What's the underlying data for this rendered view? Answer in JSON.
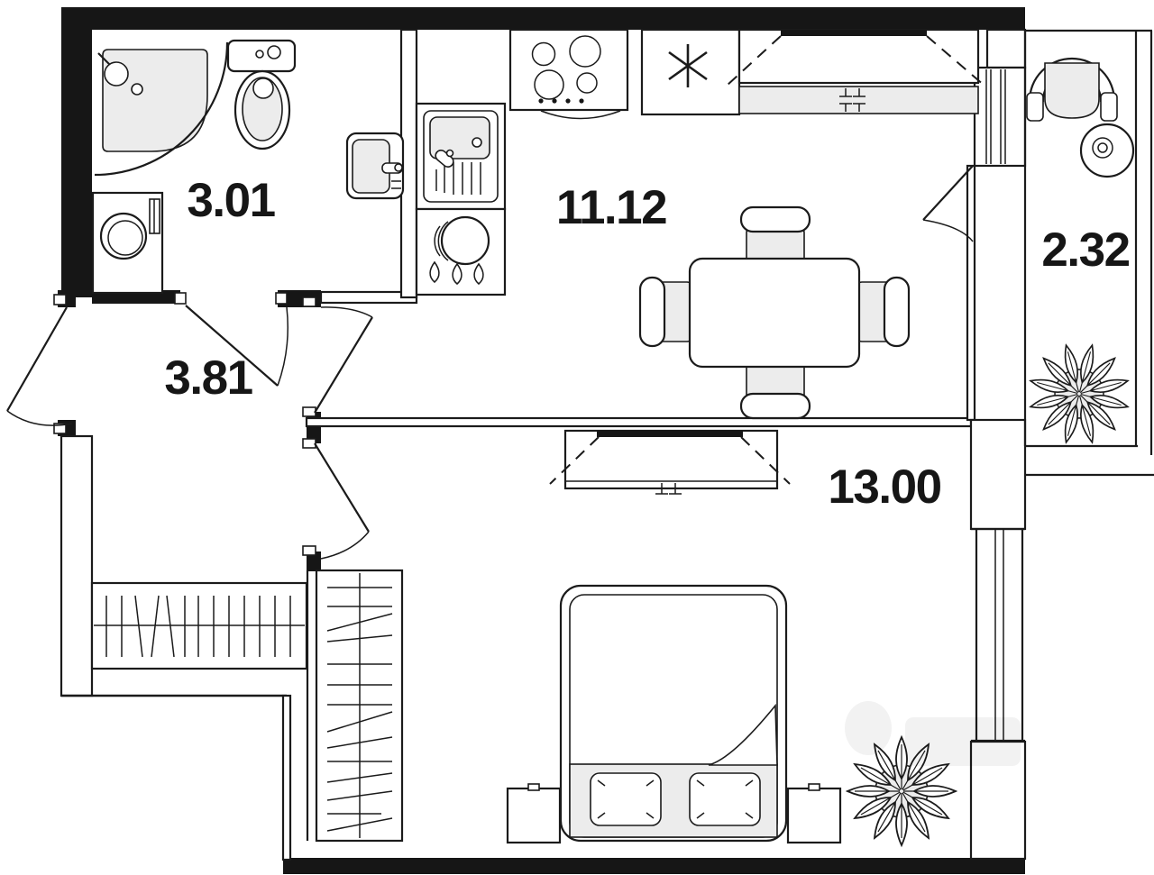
{
  "plan": {
    "title": "one-room apartment floor plan",
    "rooms": [
      {
        "name": "bathroom",
        "area": "3.01"
      },
      {
        "name": "hallway",
        "area": "3.81"
      },
      {
        "name": "kitchen-living",
        "area": "11.12"
      },
      {
        "name": "bedroom",
        "area": "13.00"
      },
      {
        "name": "balcony",
        "area": "2.32"
      }
    ],
    "colors": {
      "background": "#ffffff",
      "wall_line": "#1b1b1b",
      "furniture_fill": "#ececec",
      "label_color": "#161616"
    },
    "furniture": {
      "bathroom": [
        "corner-shower",
        "toilet",
        "washbasin",
        "washing-machine"
      ],
      "kitchen-living": [
        "kitchen-sink",
        "dish-cabinet",
        "stove",
        "refrigerator",
        "wall-cabinet",
        "dining-table",
        "four-chairs"
      ],
      "hallway": [
        "wardrobe-horizontal",
        "wardrobe-vertical"
      ],
      "bedroom": [
        "wardrobe",
        "double-bed",
        "nightstand-left",
        "nightstand-right",
        "plant"
      ],
      "balcony": [
        "armchair",
        "side-table",
        "plant"
      ]
    }
  }
}
